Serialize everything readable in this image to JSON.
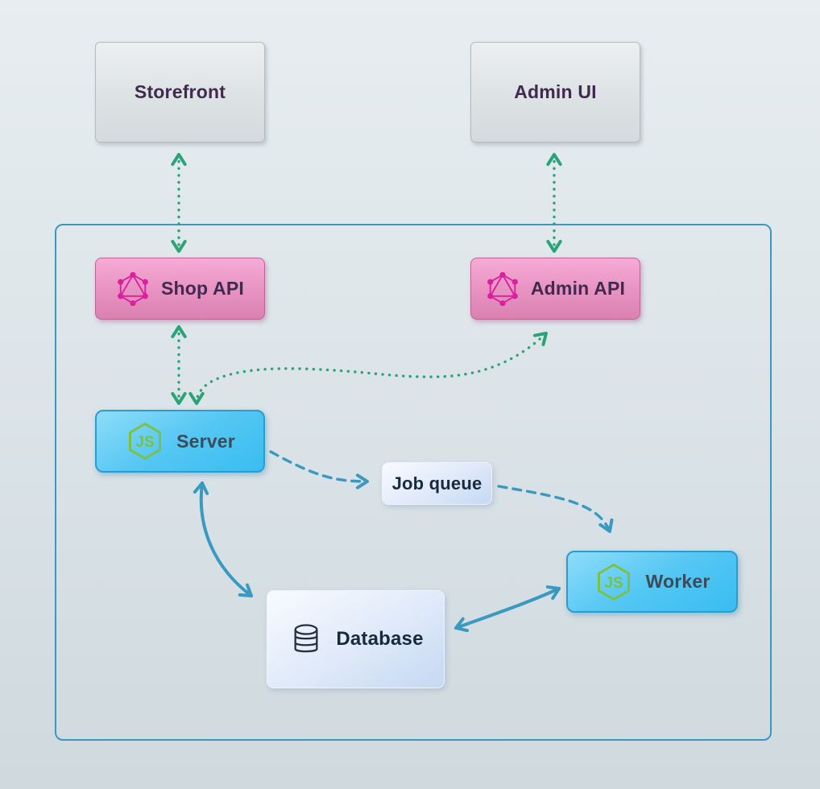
{
  "diagram": {
    "title": "Commerce server architecture diagram",
    "nodes": {
      "storefront": {
        "label": "Storefront"
      },
      "admin_ui": {
        "label": "Admin UI"
      },
      "shop_api": {
        "label": "Shop API",
        "icon": "graphql-icon"
      },
      "admin_api": {
        "label": "Admin API",
        "icon": "graphql-icon"
      },
      "server": {
        "label": "Server",
        "icon": "nodejs-icon"
      },
      "job_queue": {
        "label": "Job queue"
      },
      "worker": {
        "label": "Worker",
        "icon": "nodejs-icon"
      },
      "database": {
        "label": "Database",
        "icon": "database-icon"
      }
    },
    "edges": [
      {
        "from": "storefront",
        "to": "shop_api",
        "style": "dotted",
        "color": "#2aa377",
        "bidirectional": true
      },
      {
        "from": "admin_ui",
        "to": "admin_api",
        "style": "dotted",
        "color": "#2aa377",
        "bidirectional": true
      },
      {
        "from": "shop_api",
        "to": "server",
        "style": "dotted",
        "color": "#2aa377",
        "bidirectional": true
      },
      {
        "from": "server",
        "to": "admin_api",
        "style": "dotted",
        "color": "#2aa377",
        "bidirectional": true
      },
      {
        "from": "server",
        "to": "job_queue",
        "style": "dashed",
        "color": "#3a99c1",
        "bidirectional": false
      },
      {
        "from": "job_queue",
        "to": "worker",
        "style": "dashed",
        "color": "#3a99c1",
        "bidirectional": false
      },
      {
        "from": "server",
        "to": "database",
        "style": "solid",
        "color": "#3a99c1",
        "bidirectional": true
      },
      {
        "from": "worker",
        "to": "database",
        "style": "solid",
        "color": "#3a99c1",
        "bidirectional": true
      }
    ],
    "colors": {
      "arrow_green": "#2aa377",
      "arrow_blue": "#3a99c1",
      "boundary_border": "#3a99c1",
      "graphql_pink": "#d9219f",
      "nodejs_green": "#7dc140",
      "pink_box_top": "#f6abd6",
      "pink_box_bottom": "#da81b1",
      "cyan_box_top": "#8eddf9",
      "cyan_box_bottom": "#39bdf2",
      "gray_box": "#dde2e4",
      "light_box": "#dfe9f9",
      "text_purple": "#412a4f",
      "text_slate": "#3e4a57",
      "text_dark": "#182a3d"
    }
  }
}
